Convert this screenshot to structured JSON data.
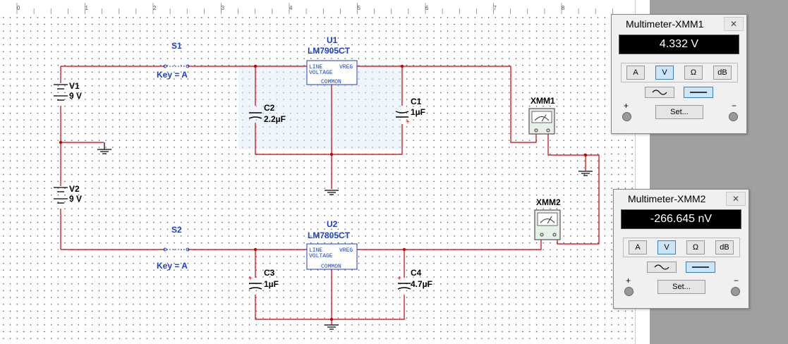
{
  "ruler": {
    "marks": [
      "0",
      "1",
      "2",
      "3",
      "4",
      "5",
      "6",
      "7",
      "8"
    ]
  },
  "circuit": {
    "switches": [
      {
        "name": "S1",
        "key": "Key = A"
      },
      {
        "name": "S2",
        "key": "Key = A"
      }
    ],
    "regulators": [
      {
        "name": "U1",
        "part": "LM7905CT",
        "pin_line": "LINE",
        "pin_vreg": "VREG",
        "pin_voltage": "VOLTAGE",
        "pin_common": "COMMON"
      },
      {
        "name": "U2",
        "part": "LM7805CT",
        "pin_line": "LINE",
        "pin_vreg": "VREG",
        "pin_voltage": "VOLTAGE",
        "pin_common": "COMMON"
      }
    ],
    "batteries": [
      {
        "name": "V1",
        "value": "9 V"
      },
      {
        "name": "V2",
        "value": "9 V"
      }
    ],
    "capacitors": [
      {
        "name": "C1",
        "value": "1µF"
      },
      {
        "name": "C2",
        "value": "2.2µF"
      },
      {
        "name": "C3",
        "value": "1µF"
      },
      {
        "name": "C4",
        "value": "4.7µF"
      }
    ],
    "meters": [
      {
        "name": "XMM1"
      },
      {
        "name": "XMM2"
      }
    ]
  },
  "multimeters": [
    {
      "title": "Multimeter-XMM1",
      "reading": "4.332 V",
      "modes": [
        "A",
        "V",
        "Ω",
        "dB"
      ],
      "active_mode": "V",
      "set_label": "Set...",
      "plus": "+",
      "minus": "−",
      "close": "✕"
    },
    {
      "title": "Multimeter-XMM2",
      "reading": "-266.645 nV",
      "modes": [
        "A",
        "V",
        "Ω",
        "dB"
      ],
      "active_mode": "V",
      "set_label": "Set...",
      "plus": "+",
      "minus": "−",
      "close": "✕"
    }
  ],
  "colors": {
    "wire": "#cc0000",
    "label": "#1a3fc8",
    "display_bg": "#000000",
    "active_button": "#cce4f7"
  }
}
